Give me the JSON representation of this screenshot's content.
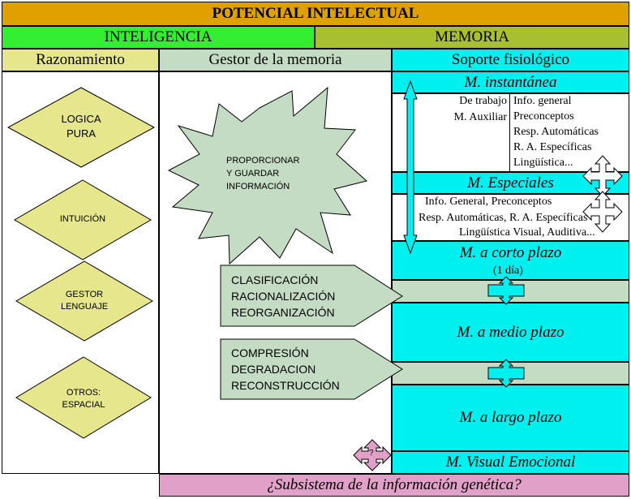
{
  "title": "POTENCIAL INTELECTUAL",
  "sections": {
    "inteligencia": "INTELIGENCIA",
    "memoria": "MEMORIA"
  },
  "columns": {
    "razonamiento": "Razonamiento",
    "gestor": "Gestor de la memoria",
    "soporte": "Soporte fisiológico"
  },
  "razonamiento_items": [
    {
      "line1": "LOGICA",
      "line2": "PURA"
    },
    {
      "line1": "INTUICIÓN",
      "line2": ""
    },
    {
      "line1": "GESTOR",
      "line2": "LENGUAJE"
    },
    {
      "line1": "OTROS:",
      "line2": "ESPACIAL"
    }
  ],
  "gestor": {
    "star": [
      "PROPORCIONAR",
      "Y GUARDAR",
      "INFORMACIÓN"
    ],
    "arrow1": [
      "CLASIFICACIÓN",
      "RACIONALIZACIÓN",
      "REORGANIZACIÓN"
    ],
    "arrow2": [
      "COMPRESIÓN",
      "DEGRADACION",
      "RECONSTRUCCIÓN"
    ],
    "question": "?"
  },
  "soporte": {
    "instantanea": "M. instantánea",
    "left_lines": [
      "De trabajo",
      "M. Auxiliar"
    ],
    "right_lines": [
      "Info. general",
      "Preconceptos",
      "Resp. Automáticas",
      "R. A. Específicas",
      "Lingüística..."
    ],
    "especiales": "M. Especiales",
    "esp_lines": [
      "Info. General, Preconceptos",
      "Resp. Automáticas, R. A. Específicas",
      "Lingüística Visual, Auditiva..."
    ],
    "corto": "M. a corto plazo",
    "dia": "(1 día)",
    "medio": "M. a medio plazo",
    "largo": "M. a largo plazo",
    "emocional": "M. Visual Emocional"
  },
  "footer": "¿Subsistema de la información genética?",
  "colors": {
    "title": "#e0a000",
    "inteligencia": "#33ee33",
    "memoria": "#a8c030",
    "razonamiento": "#e6e68c",
    "gestor": "#c4dcc4",
    "soporte": "#00f0f0",
    "diamond": "#e6e68c",
    "footer": "#e0a0c8"
  }
}
